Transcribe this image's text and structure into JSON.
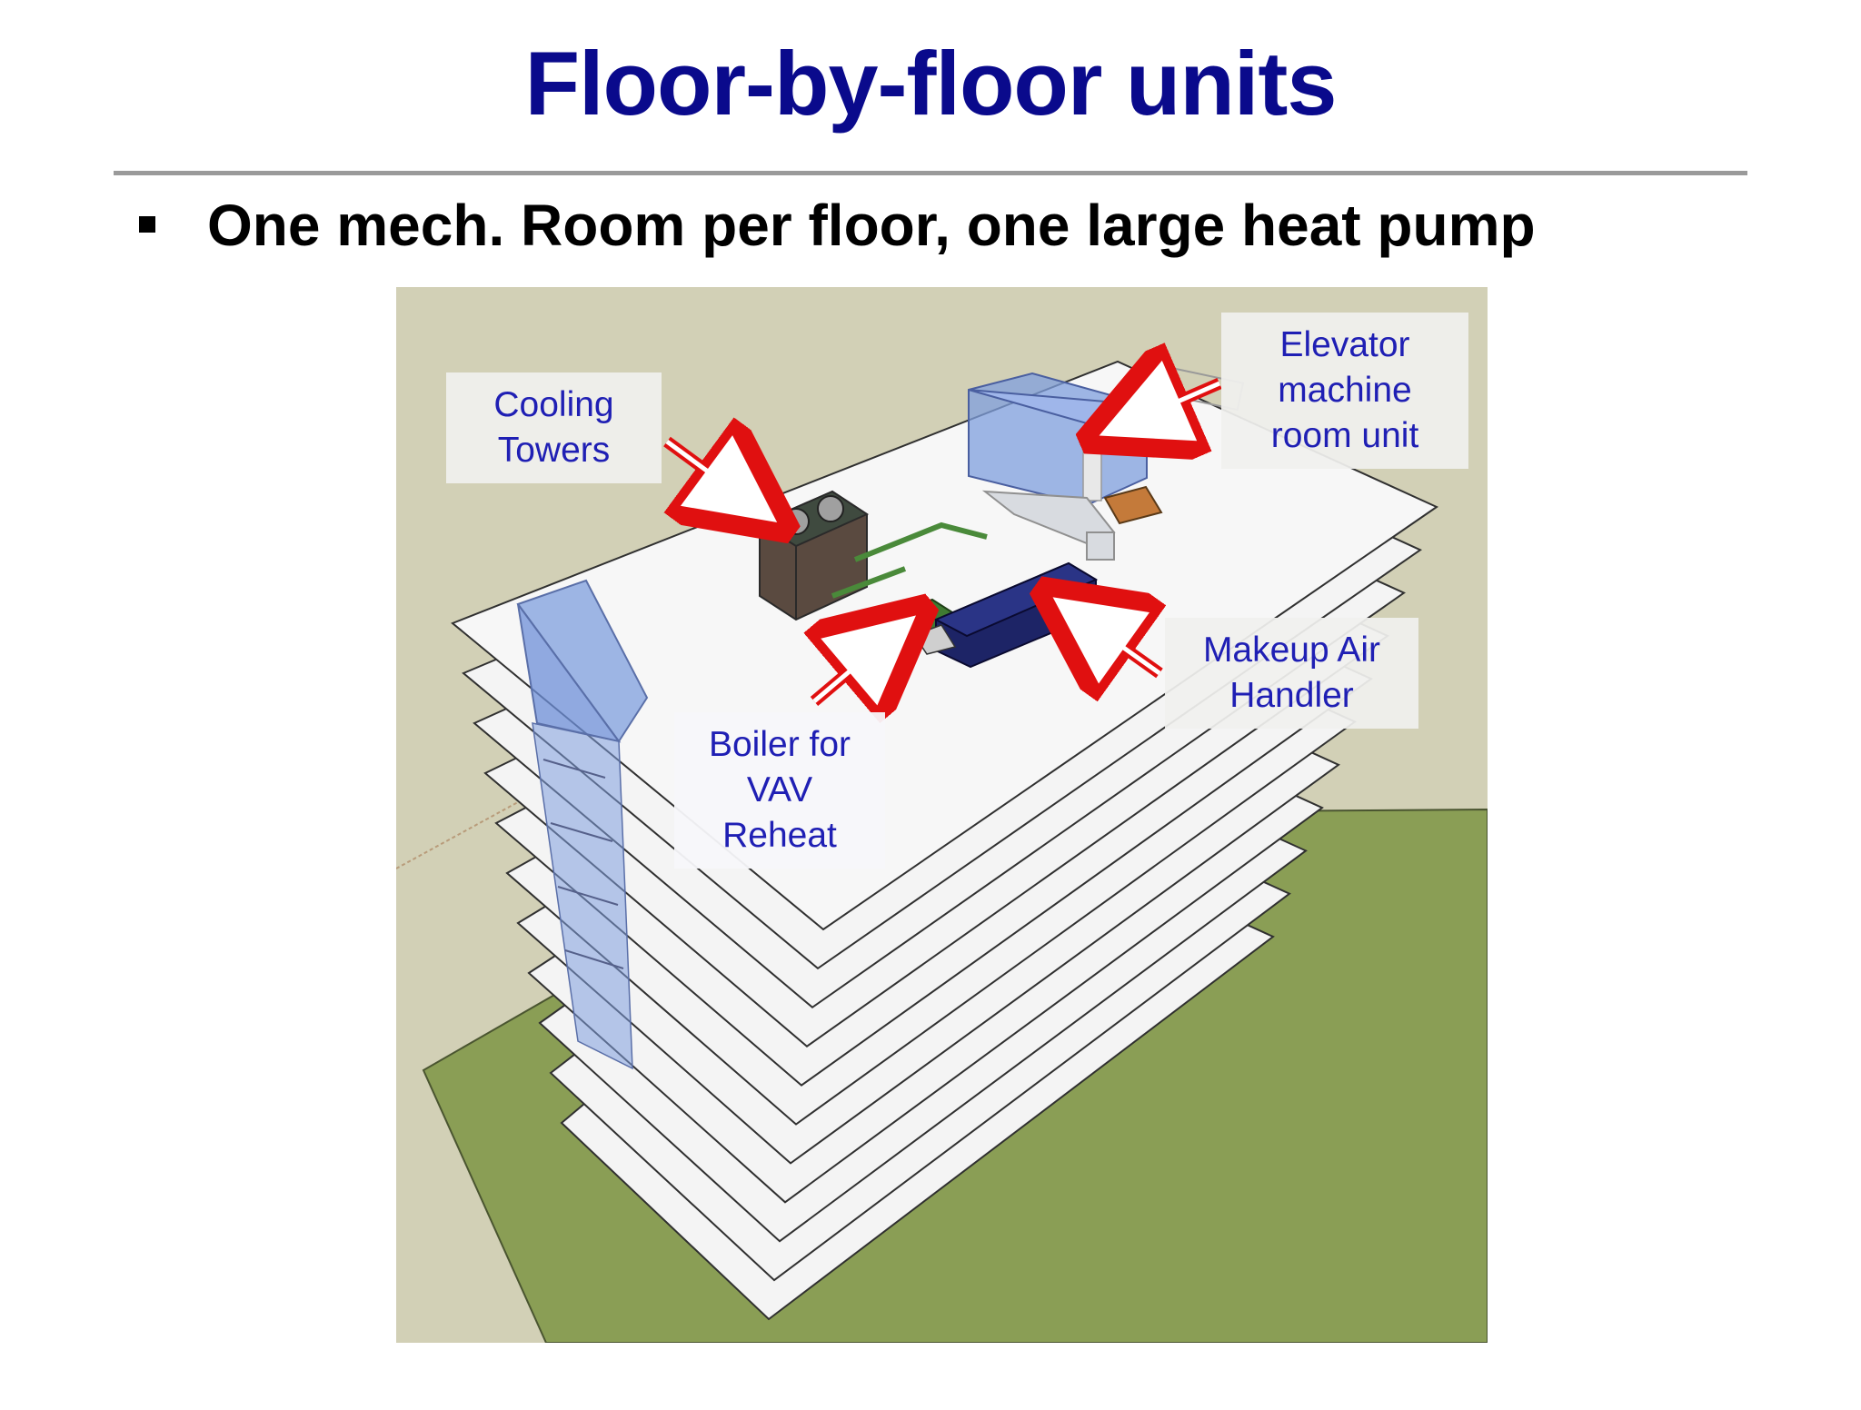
{
  "slide": {
    "title": "Floor-by-floor units",
    "bullet": "One mech. Room per floor, one large heat pump"
  },
  "figure": {
    "labels": {
      "cooling_towers": "Cooling\nTowers",
      "elevator_unit": "Elevator\nmachine\nroom unit",
      "boiler": "Boiler for\nVAV\nReheat",
      "makeup_air_handler": "Makeup Air\nHandler"
    },
    "colors": {
      "title": "#0a0a8c",
      "label_text": "#1f1fb4",
      "arrow": "#e01010",
      "grass": "#8a9e55",
      "sky": "#d2d0b6",
      "slab": "#f7f7f7",
      "glass": "#7f9fde"
    }
  }
}
